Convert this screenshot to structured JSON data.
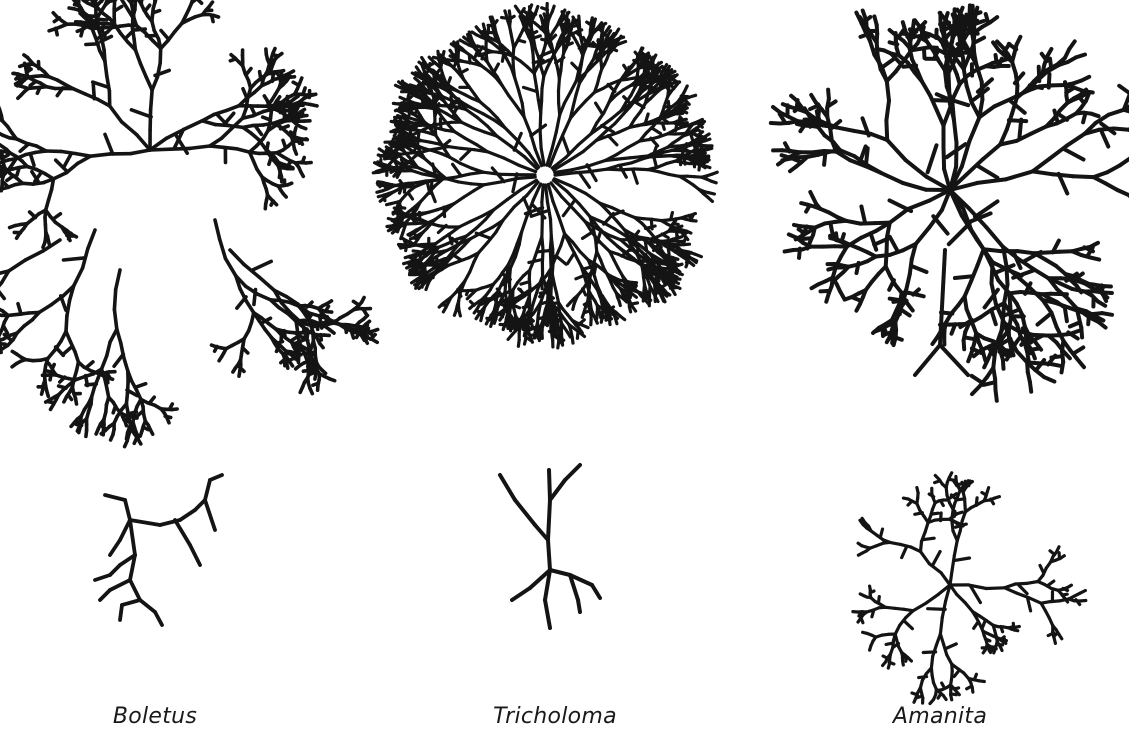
{
  "genera": [
    {
      "label": "Boletus"
    },
    {
      "label": "Tricholoma"
    },
    {
      "label": "Amanita"
    }
  ],
  "colors": {
    "ink": "#141414",
    "background": "#ffffff"
  }
}
